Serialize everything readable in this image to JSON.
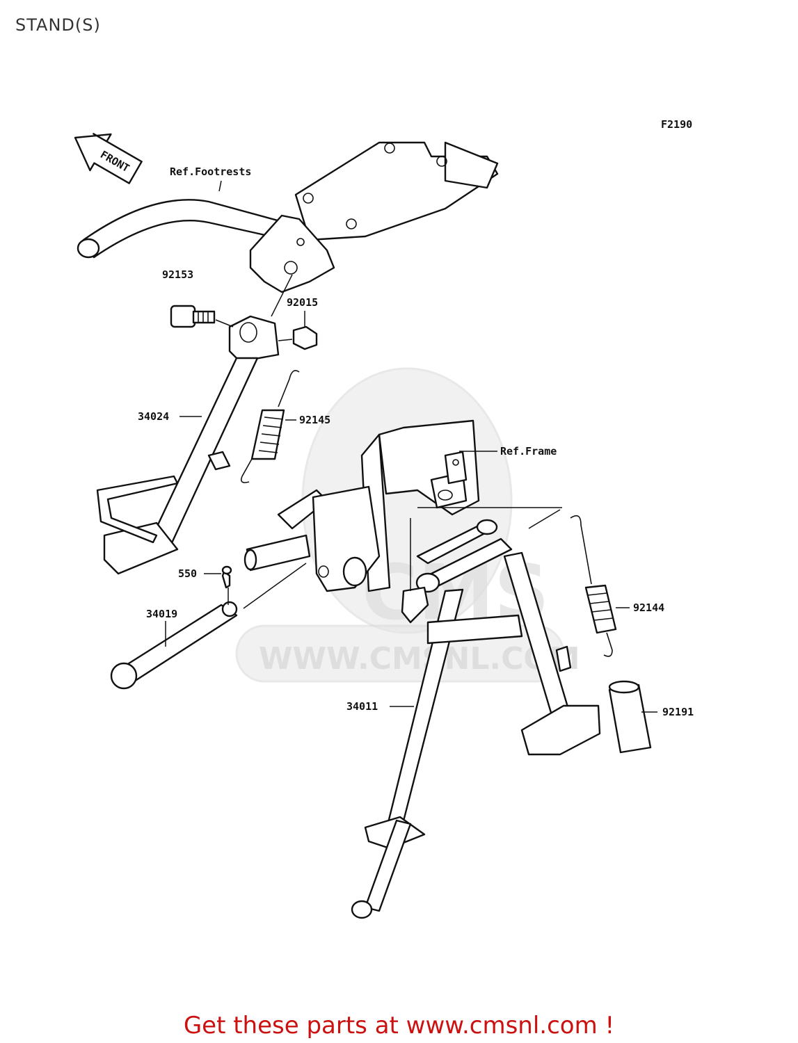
{
  "header": {
    "title": "STAND(S)"
  },
  "diagram": {
    "figure_code": "F2190",
    "front_arrow_text": "FRONT",
    "watermark_url": "WWW.CMSNL.COM",
    "watermark_logo_text": "CMS",
    "labels": {
      "ref_footrests": "Ref.Footrests",
      "ref_frame": "Ref.Frame",
      "p92153": "92153",
      "p92015": "92015",
      "p34024": "34024",
      "p92145": "92145",
      "p550": "550",
      "p34019": "34019",
      "p34011": "34011",
      "p92144": "92144",
      "p92191": "92191"
    }
  },
  "footer": {
    "cta": "Get these parts at www.cmsnl.com !"
  }
}
